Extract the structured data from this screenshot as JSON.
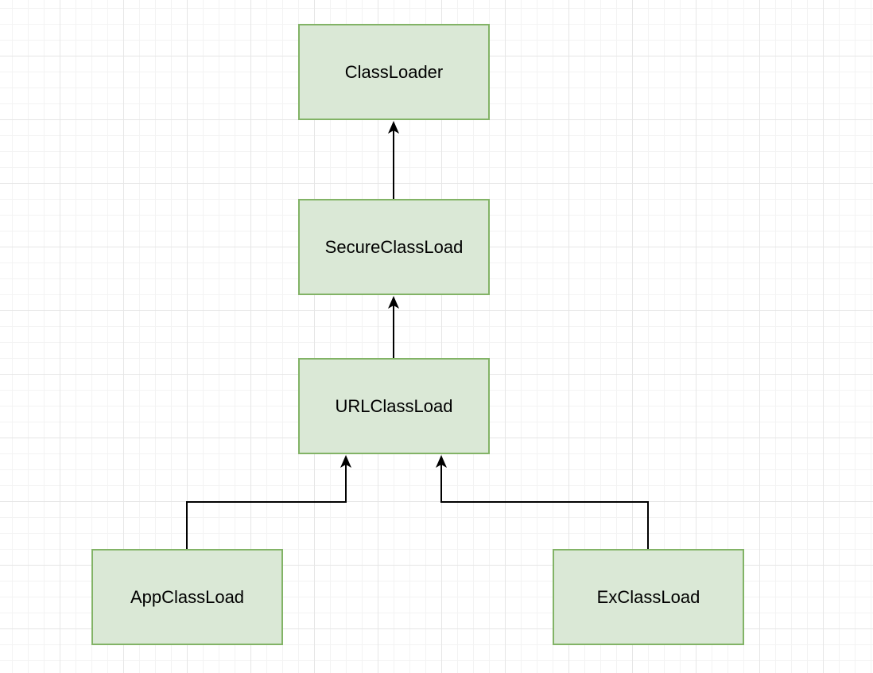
{
  "nodes": {
    "classloader": "ClassLoader",
    "secure": "SecureClassLoad",
    "url": "URLClassLoad",
    "app": "AppClassLoad",
    "ex": "ExClassLoad"
  },
  "colors": {
    "node_fill": "#dae8d6",
    "node_border": "#82b366",
    "edge": "#000000"
  }
}
